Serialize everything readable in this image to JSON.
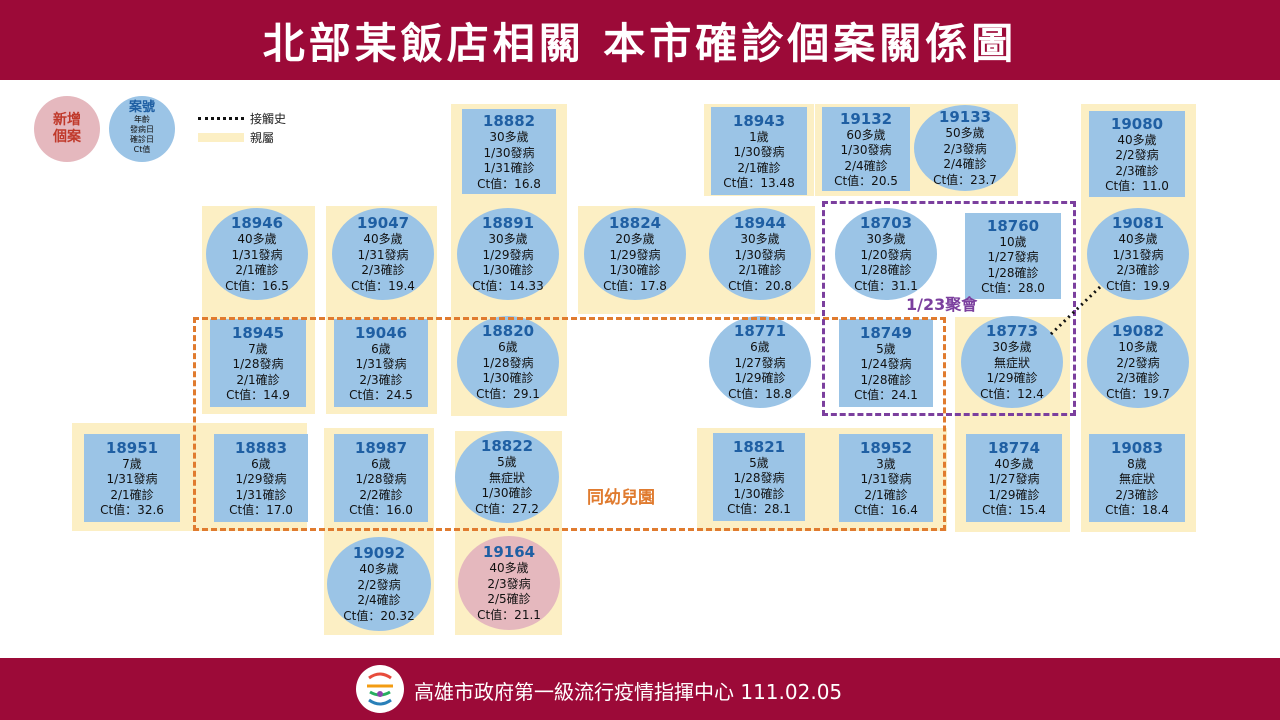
{
  "title": "北部某飯店相關 本市確診個案關係圖",
  "legend": {
    "new_case": [
      "新增",
      "個案"
    ],
    "case_title": "案號",
    "case_lines": [
      "年齡",
      "發病日",
      "確診日",
      "Ct值"
    ],
    "contact_label": "接觸史",
    "family_label": "親屬"
  },
  "groups": {
    "kindergarten": "同幼兒園",
    "gathering": "1/23聚會"
  },
  "footer": {
    "text": "高雄市政府第一級流行疫情指揮中心  111.02.05"
  },
  "colors": {
    "header": "#9c0a38",
    "node": "#9bc4e6",
    "new_node": "#e5b8be",
    "family_bg": "#fcefc4",
    "kindergarten_line": "#e07b2f",
    "gathering_line": "#7b3f9e"
  },
  "cases": [
    {
      "id": "18882",
      "l1": "30多歲",
      "l2": "1/30發病",
      "l3": "1/31確診",
      "l4": "Ct值：16.8"
    },
    {
      "id": "18943",
      "l1": "1歲",
      "l2": "1/30發病",
      "l3": "2/1確診",
      "l4": "Ct值：13.48"
    },
    {
      "id": "19132",
      "l1": "60多歲",
      "l2": "1/30發病",
      "l3": "2/4確診",
      "l4": "Ct值：20.5"
    },
    {
      "id": "19133",
      "l1": "50多歲",
      "l2": "2/3發病",
      "l3": "2/4確診",
      "l4": "Ct值：23.7"
    },
    {
      "id": "19080",
      "l1": "40多歲",
      "l2": "2/2發病",
      "l3": "2/3確診",
      "l4": "Ct值：11.0"
    },
    {
      "id": "18946",
      "l1": "40多歲",
      "l2": "1/31發病",
      "l3": "2/1確診",
      "l4": "Ct值：16.5"
    },
    {
      "id": "19047",
      "l1": "40多歲",
      "l2": "1/31發病",
      "l3": "2/3確診",
      "l4": "Ct值：19.4"
    },
    {
      "id": "18891",
      "l1": "30多歲",
      "l2": "1/29發病",
      "l3": "1/30確診",
      "l4": "Ct值：14.33"
    },
    {
      "id": "18824",
      "l1": "20多歲",
      "l2": "1/29發病",
      "l3": "1/30確診",
      "l4": "Ct值：17.8"
    },
    {
      "id": "18944",
      "l1": "30多歲",
      "l2": "1/30發病",
      "l3": "2/1確診",
      "l4": "Ct值：20.8"
    },
    {
      "id": "18703",
      "l1": "30多歲",
      "l2": "1/20發病",
      "l3": "1/28確診",
      "l4": "Ct值：31.1"
    },
    {
      "id": "18760",
      "l1": "10歲",
      "l2": "1/27發病",
      "l3": "1/28確診",
      "l4": "Ct值：28.0"
    },
    {
      "id": "19081",
      "l1": "40多歲",
      "l2": "1/31發病",
      "l3": "2/3確診",
      "l4": "Ct值：19.9"
    },
    {
      "id": "18945",
      "l1": "7歲",
      "l2": "1/28發病",
      "l3": "2/1確診",
      "l4": "Ct值：14.9"
    },
    {
      "id": "19046",
      "l1": "6歲",
      "l2": "1/31發病",
      "l3": "2/3確診",
      "l4": "Ct值：24.5"
    },
    {
      "id": "18820",
      "l1": "6歲",
      "l2": "1/28發病",
      "l3": "1/30確診",
      "l4": "Ct值：29.1"
    },
    {
      "id": "18771",
      "l1": "6歲",
      "l2": "1/27發病",
      "l3": "1/29確診",
      "l4": "Ct值：18.8"
    },
    {
      "id": "18749",
      "l1": "5歲",
      "l2": "1/24發病",
      "l3": "1/28確診",
      "l4": "Ct值：24.1"
    },
    {
      "id": "18773",
      "l1": "30多歲",
      "l2": "無症狀",
      "l3": "1/29確診",
      "l4": "Ct值：12.4"
    },
    {
      "id": "19082",
      "l1": "10多歲",
      "l2": "2/2發病",
      "l3": "2/3確診",
      "l4": "Ct值：19.7"
    },
    {
      "id": "18951",
      "l1": "7歲",
      "l2": "1/31發病",
      "l3": "2/1確診",
      "l4": "Ct值：32.6"
    },
    {
      "id": "18883",
      "l1": "6歲",
      "l2": "1/29發病",
      "l3": "1/31確診",
      "l4": "Ct值：17.0"
    },
    {
      "id": "18987",
      "l1": "6歲",
      "l2": "1/28發病",
      "l3": "2/2確診",
      "l4": "Ct值：16.0"
    },
    {
      "id": "18822",
      "l1": "5歲",
      "l2": "無症狀",
      "l3": "1/30確診",
      "l4": "Ct值：27.2"
    },
    {
      "id": "18821",
      "l1": "5歲",
      "l2": "1/28發病",
      "l3": "1/30確診",
      "l4": "Ct值：28.1"
    },
    {
      "id": "18952",
      "l1": "3歲",
      "l2": "1/31發病",
      "l3": "2/1確診",
      "l4": "Ct值：16.4"
    },
    {
      "id": "18774",
      "l1": "40多歲",
      "l2": "1/27發病",
      "l3": "1/29確診",
      "l4": "Ct值：15.4"
    },
    {
      "id": "19083",
      "l1": "8歲",
      "l2": "無症狀",
      "l3": "2/3確診",
      "l4": "Ct值：18.4"
    },
    {
      "id": "19092",
      "l1": "40多歲",
      "l2": "2/2發病",
      "l3": "2/4確診",
      "l4": "Ct值：20.32"
    },
    {
      "id": "19164",
      "l1": "40多歲",
      "l2": "2/3發病",
      "l3": "2/5確診",
      "l4": "Ct值：21.1"
    }
  ]
}
